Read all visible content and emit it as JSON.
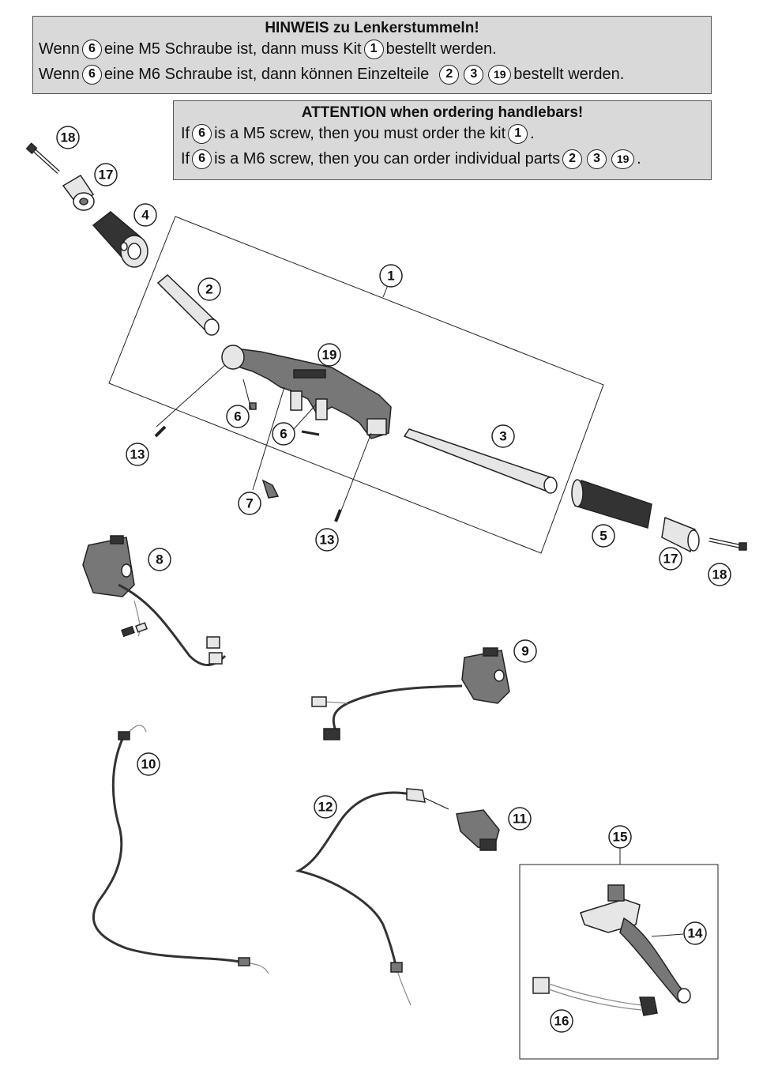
{
  "notice_de": {
    "title": "HINWEIS zu Lenkerstummeln!",
    "line1": {
      "a": "Wenn",
      "ref1": "6",
      "b": "eine M5 Schraube ist, dann muss Kit",
      "ref2": "1",
      "c": "bestellt werden."
    },
    "line2": {
      "a": "Wenn",
      "ref1": "6",
      "b": "eine M6 Schraube ist, dann können Einzelteile",
      "ref2": "2",
      "ref3": "3",
      "ref4": "19",
      "c": "bestellt werden."
    }
  },
  "notice_en": {
    "title": "ATTENTION when ordering handlebars!",
    "line1": {
      "a": "If",
      "ref1": "6",
      "b": "is a M5 screw, then you must order the kit",
      "ref2": "1",
      "c": "."
    },
    "line2": {
      "a": "If",
      "ref1": "6",
      "b": "is a M6 screw, then you can order individual parts",
      "ref2": "2",
      "ref3": "3",
      "ref4": "19",
      "c": "."
    }
  },
  "callouts": {
    "c1": "1",
    "c2": "2",
    "c3": "3",
    "c4": "4",
    "c5": "5",
    "c6a": "6",
    "c6b": "6",
    "c7": "7",
    "c8": "8",
    "c9": "9",
    "c10": "10",
    "c11": "11",
    "c12": "12",
    "c13a": "13",
    "c13b": "13",
    "c14": "14",
    "c15": "15",
    "c16": "16",
    "c17a": "17",
    "c17b": "17",
    "c18a": "18",
    "c18b": "18",
    "c19": "19"
  },
  "colors": {
    "panel_bg": "#d9d9d9",
    "line": "#222222"
  }
}
